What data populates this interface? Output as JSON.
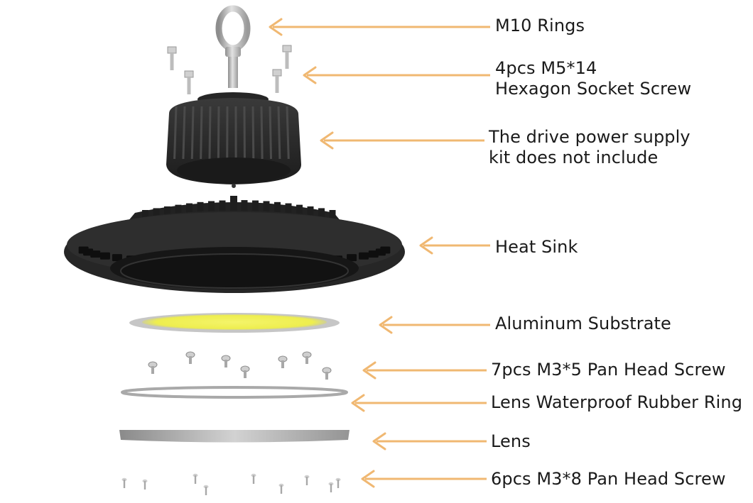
{
  "labels": {
    "m10_rings": "M10 Rings",
    "hex_screw_line1": "4pcs M5*14",
    "hex_screw_line2": "Hexagon Socket Screw",
    "driver_line1": "The drive power supply",
    "driver_line2": "kit does not include",
    "heat_sink": "Heat Sink",
    "aluminum_substrate": "Aluminum Substrate",
    "pan_screw_7": "7pcs M3*5 Pan Head Screw",
    "rubber_ring": "Lens Waterproof Rubber Ring",
    "lens": "Lens",
    "pan_screw_6": "6pcs M3*8 Pan Head Screw"
  },
  "colors": {
    "arrow": "#f0b872",
    "housing": "#2b2b2b",
    "housing_dark": "#151515",
    "led_glow": "#f2f25a",
    "metal": "#b9b9b9",
    "text": "#1a1a1a"
  }
}
